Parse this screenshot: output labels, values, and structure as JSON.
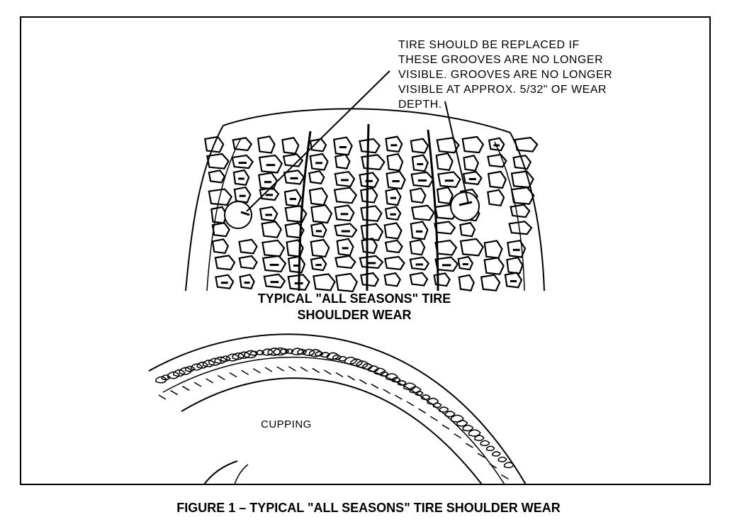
{
  "callout": {
    "lines": [
      "TIRE SHOULD BE REPLACED IF",
      "THESE GROOVES ARE NO LONGER",
      "VISIBLE. GROOVES ARE NO LONGER",
      "VISIBLE AT APPROX. 5/32\" OF WEAR",
      "DEPTH."
    ]
  },
  "tire_caption": {
    "line1": "TYPICAL \"ALL SEASONS\" TIRE",
    "line2": "SHOULDER WEAR"
  },
  "cupping_label": "CUPPING",
  "figure_caption": "FIGURE 1 – TYPICAL \"ALL SEASONS\" TIRE SHOULDER WEAR",
  "colors": {
    "ink": "#000000",
    "paper": "#ffffff"
  }
}
